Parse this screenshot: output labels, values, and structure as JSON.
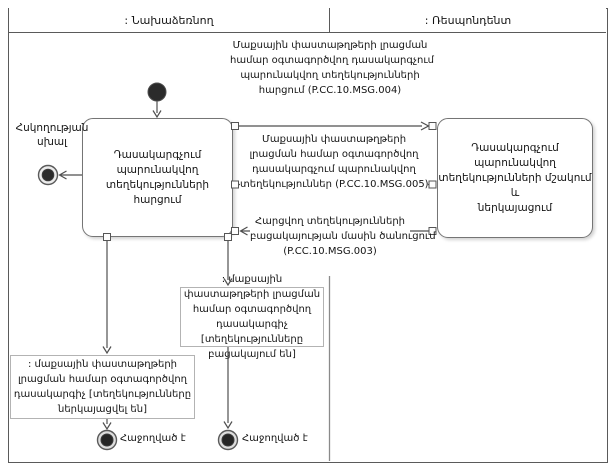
{
  "diagram": {
    "kind": "uml-activity-diagram"
  },
  "lanes": {
    "initiator": ": Նախաձեռնող",
    "respondent": ": Ռեսպոնդենտ"
  },
  "activities": {
    "request": {
      "lines": [
        "Դասակարգչում",
        "պարունակվող",
        "տեղեկությունների հարցում"
      ]
    },
    "process": {
      "lines": [
        "Դասակարգչում",
        "պարունակվող",
        "տեղեկությունների մշակում և",
        "ներկայացում"
      ]
    }
  },
  "messages": {
    "msg004": {
      "lines": [
        "Մաքսային փաստաթղթերի լրացման",
        "համար օգտագործվող դասակարգչում",
        "պարունակվող տեղեկությունների",
        "հարցում (P.CC.10.MSG.004)"
      ]
    },
    "msg005": {
      "lines": [
        "Մաքսային փաստաթղթերի",
        "լրացման համար օգտագործվող",
        "դասակարգչում պարունակվող",
        "տեղեկություններ (P.CC.10.MSG.005)"
      ]
    },
    "msg003": {
      "lines": [
        "Հարցվող տեղեկությունների",
        "բացակայության մասին ծանուցում",
        "(P.CC.10.MSG.003)"
      ]
    }
  },
  "objects": {
    "presented": {
      "lines": [
        ": մաքսային փաստաթղթերի",
        "լրացման համար օգտագործվող",
        "դասակարգիչ [տեղեկությունները",
        "ներկայացվել են]"
      ]
    },
    "absent": {
      "lines": [
        ": մաքսային փաստաթղթերի լրացման",
        "համար օգտագործվող դասակարգիչ",
        "[տեղեկությունները բացակայում են]"
      ]
    }
  },
  "labels": {
    "control_error": {
      "lines": [
        "Հսկողության",
        "սխալ"
      ]
    },
    "succeeded_left": "Հաջողված է",
    "succeeded_right": "Հաջողված է"
  },
  "colors": {
    "line": "#4f4f4f",
    "frame": "#5a5a5a",
    "activity_border": "#757575",
    "object_border": "#b3b3b3",
    "node_fill": "#2b2b2b"
  }
}
